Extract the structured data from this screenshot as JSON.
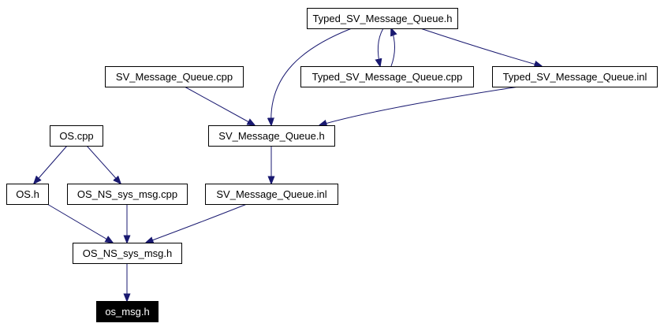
{
  "graph": {
    "nodes": [
      {
        "id": "typed_h",
        "label": "Typed_SV_Message_Queue.h"
      },
      {
        "id": "svmq_cpp",
        "label": "SV_Message_Queue.cpp"
      },
      {
        "id": "typed_cpp",
        "label": "Typed_SV_Message_Queue.cpp"
      },
      {
        "id": "typed_inl",
        "label": "Typed_SV_Message_Queue.inl"
      },
      {
        "id": "os_cpp",
        "label": "OS.cpp"
      },
      {
        "id": "svmq_h",
        "label": "SV_Message_Queue.h"
      },
      {
        "id": "os_h",
        "label": "OS.h"
      },
      {
        "id": "osns_cpp",
        "label": "OS_NS_sys_msg.cpp"
      },
      {
        "id": "svmq_inl",
        "label": "SV_Message_Queue.inl"
      },
      {
        "id": "osns_h",
        "label": "OS_NS_sys_msg.h"
      },
      {
        "id": "os_msg_h",
        "label": "os_msg.h",
        "highlight": true
      }
    ],
    "edges": [
      {
        "from": "typed_h",
        "to": "svmq_h"
      },
      {
        "from": "typed_h",
        "to": "typed_cpp"
      },
      {
        "from": "typed_cpp",
        "to": "typed_h"
      },
      {
        "from": "typed_h",
        "to": "typed_inl"
      },
      {
        "from": "svmq_cpp",
        "to": "svmq_h"
      },
      {
        "from": "typed_inl",
        "to": "svmq_h"
      },
      {
        "from": "svmq_h",
        "to": "svmq_inl"
      },
      {
        "from": "os_cpp",
        "to": "os_h"
      },
      {
        "from": "os_cpp",
        "to": "osns_cpp"
      },
      {
        "from": "os_h",
        "to": "osns_h"
      },
      {
        "from": "osns_cpp",
        "to": "osns_h"
      },
      {
        "from": "svmq_inl",
        "to": "osns_h"
      },
      {
        "from": "osns_h",
        "to": "os_msg_h"
      }
    ]
  },
  "colors": {
    "edge": "#191970",
    "node_border": "#000000",
    "node_fill": "#ffffff",
    "highlight_fill": "#000000",
    "highlight_text": "#ffffff"
  }
}
